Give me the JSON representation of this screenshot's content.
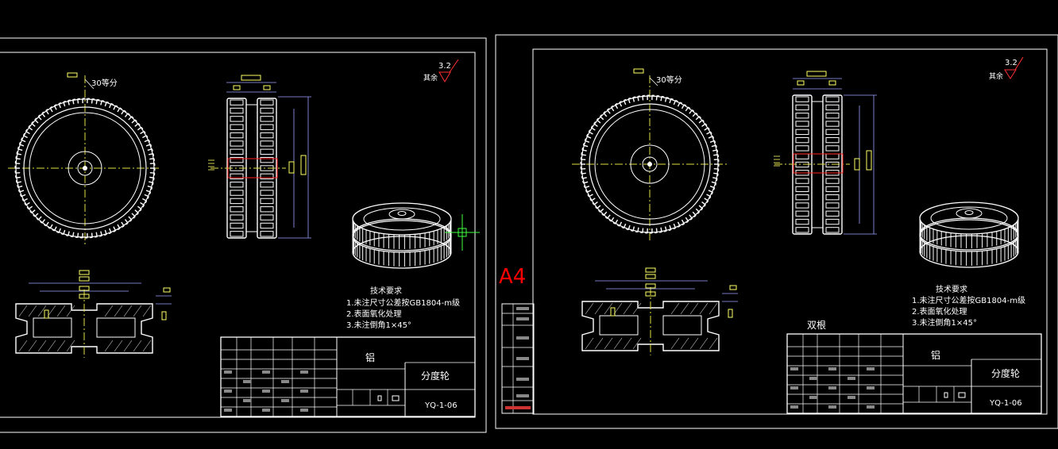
{
  "colors": {
    "background": "#000000",
    "line": "#ffffff",
    "dimension": "#ffff66",
    "centerline": "#e0e040",
    "dimline": "#9aa0ff",
    "cut": "#ff2020",
    "hatch": "#cccccc",
    "cursor": "#40ff40",
    "accent_red": "#ff0000"
  },
  "sheet_left": {
    "surface_roughness": "3.2",
    "remaining_label": "其余",
    "division_label": "30等分",
    "notes_title": "技术要求",
    "notes": [
      "1.未注尺寸公差按GB1804-m级",
      "2.表面氧化处理",
      "3.未注倒角1×45°"
    ],
    "material": "铝",
    "part_name": "分度轮",
    "drawing_number": "YQ-1-06"
  },
  "sheet_right": {
    "surface_roughness": "3.2",
    "remaining_label": "其余",
    "division_label": "30等分",
    "notes_title": "技术要求",
    "notes": [
      "1.未注尺寸公差按GB1804-m级",
      "2.表面氧化处理",
      "3.未注倒角1×45°"
    ],
    "variant_label": "双根",
    "material": "铝",
    "part_name": "分度轮",
    "drawing_number": "YQ-1-06",
    "paper_size": "A4"
  }
}
